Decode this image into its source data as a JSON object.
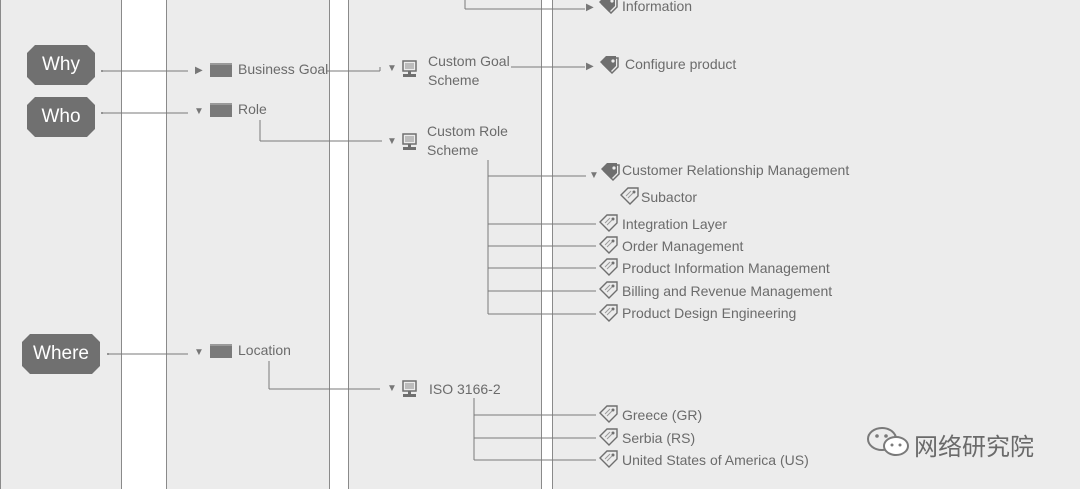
{
  "badges": {
    "why": "Why",
    "who": "Who",
    "where": "Where"
  },
  "level1": {
    "business_goal": "Business Goal",
    "role": "Role",
    "location": "Location"
  },
  "level2": {
    "custom_goal_1": "Custom Goal",
    "custom_goal_2": "Scheme",
    "custom_role_1": "Custom Role",
    "custom_role_2": "Scheme",
    "iso": "ISO 3166-2"
  },
  "level3": {
    "information": "Information",
    "configure_product": "Configure product",
    "crm": "Customer Relationship Management",
    "subactor": "Subactor",
    "integration_layer": "Integration Layer",
    "order_management": "Order Management",
    "pim": "Product Information Management",
    "billing": "Billing and Revenue Management",
    "pde": "Product Design Engineering",
    "greece": "Greece (GR)",
    "serbia": "Serbia (RS)",
    "usa": "United States of America (US)"
  },
  "watermark": "网络研究院",
  "icons": [
    "triangle-icon",
    "box-icon",
    "computer-icon",
    "tags-icon",
    "tag-icon",
    "wechat-icon"
  ],
  "colors": {
    "column_bg": "#ececec",
    "badge_bg": "#707070",
    "line": "#7a7a7a",
    "text": "#6b6b6b"
  }
}
